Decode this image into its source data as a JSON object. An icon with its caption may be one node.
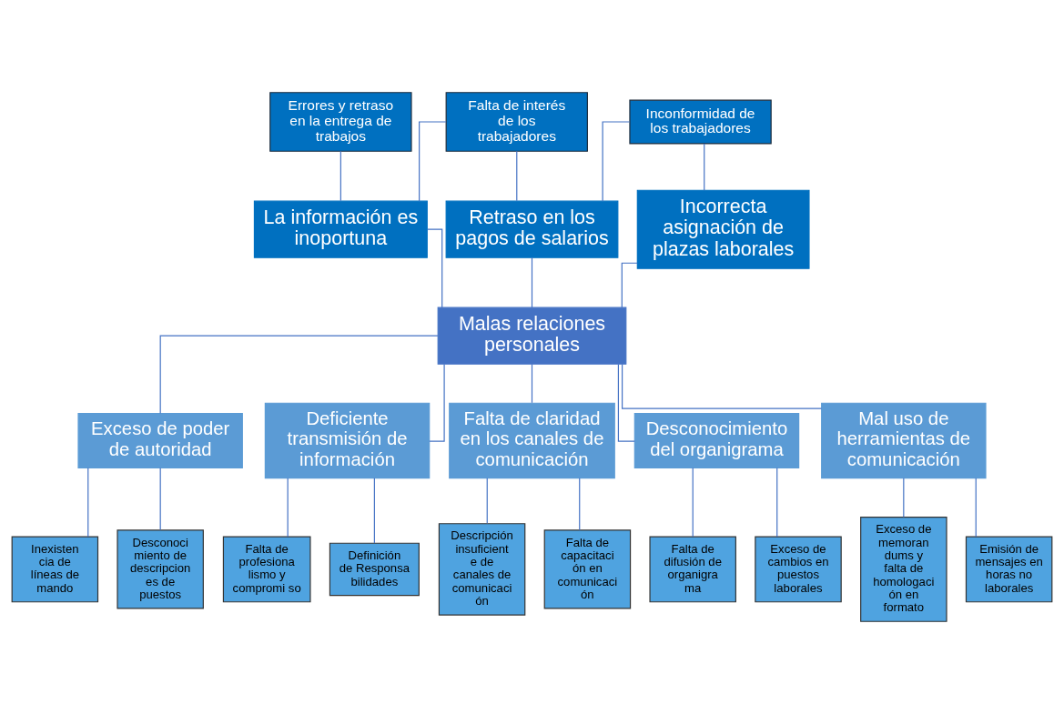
{
  "diagram": {
    "nodes": [
      {
        "text": [
          "Errores y retraso en la entrega de trabajos"
        ]
      },
      {
        "text": [
          "Falta de interés de los trabajadores"
        ]
      },
      {
        "text": [
          "Inconformidad de los trabajadores"
        ]
      },
      {
        "text": [
          "La información es inoportuna"
        ]
      },
      {
        "text": [
          "Retraso en los pagos de salarios"
        ]
      },
      {
        "text": [
          "Incorrecta asignación de plazas laborales"
        ]
      },
      {
        "text": [
          "Malas relaciones personales"
        ]
      },
      {
        "text": [
          "Exceso de poder de autoridad"
        ]
      },
      {
        "text": [
          "Deficiente transmisión de información"
        ]
      },
      {
        "text": [
          "Falta de claridad en los canales de comunicación"
        ]
      },
      {
        "text": [
          "Desconocimiento del organigrama"
        ]
      },
      {
        "text": [
          "Mal uso de herramientas de comunicación"
        ]
      },
      {
        "text": [
          "Inexisten cia de líneas de mando"
        ]
      },
      {
        "text": [
          "Desconoci miento de descripcion es de puestos"
        ]
      },
      {
        "text": [
          "Falta de profesiona lismo y compromi so"
        ]
      },
      {
        "text": [
          "Definición de Responsa bilidades"
        ]
      },
      {
        "text": [
          "Descripción insuficiente de canales de comunicaci ón"
        ]
      },
      {
        "text": [
          "Falta de capacitaci ón en comunicaci ón"
        ]
      },
      {
        "text": [
          "Falta de difusión de organigra ma"
        ]
      },
      {
        "text": [
          "Exceso de cambios en puestos laborales"
        ]
      },
      {
        "text": [
          "Exceso de memoran dums y falta de homologaci ón en formato"
        ]
      },
      {
        "text": [
          "Emisión de mensajes en horas no laborales"
        ]
      }
    ],
    "edges": [
      {
        "from": 0,
        "to": 3,
        "arrow": "none"
      },
      {
        "from": 1,
        "to": 3,
        "arrow": "none"
      },
      {
        "from": 1,
        "to": 4,
        "arrow": "none"
      },
      {
        "from": 2,
        "to": 4,
        "arrow": "none"
      },
      {
        "from": 2,
        "to": 5,
        "arrow": "none"
      },
      {
        "from": 3,
        "to": 6,
        "arrow": "none"
      },
      {
        "from": 4,
        "to": 6,
        "arrow": "none"
      },
      {
        "from": 5,
        "to": 6,
        "arrow": "none"
      },
      {
        "from": 6,
        "to": 7,
        "arrow": "none"
      },
      {
        "from": 6,
        "to": 8,
        "arrow": "none"
      },
      {
        "from": 6,
        "to": 9,
        "arrow": "none"
      },
      {
        "from": 6,
        "to": 10,
        "arrow": "none"
      },
      {
        "from": 6,
        "to": 11,
        "arrow": "none"
      },
      {
        "from": 7,
        "to": 12,
        "arrow": "none"
      },
      {
        "from": 7,
        "to": 13,
        "arrow": "none"
      },
      {
        "from": 8,
        "to": 14,
        "arrow": "none"
      },
      {
        "from": 8,
        "to": 15,
        "arrow": "none"
      },
      {
        "from": 9,
        "to": 16,
        "arrow": "none"
      },
      {
        "from": 9,
        "to": 17,
        "arrow": "none"
      },
      {
        "from": 10,
        "to": 18,
        "arrow": "none"
      },
      {
        "from": 10,
        "to": 19,
        "arrow": "none"
      },
      {
        "from": 11,
        "to": 20,
        "arrow": "none"
      },
      {
        "from": 11,
        "to": 21,
        "arrow": "none"
      }
    ]
  }
}
